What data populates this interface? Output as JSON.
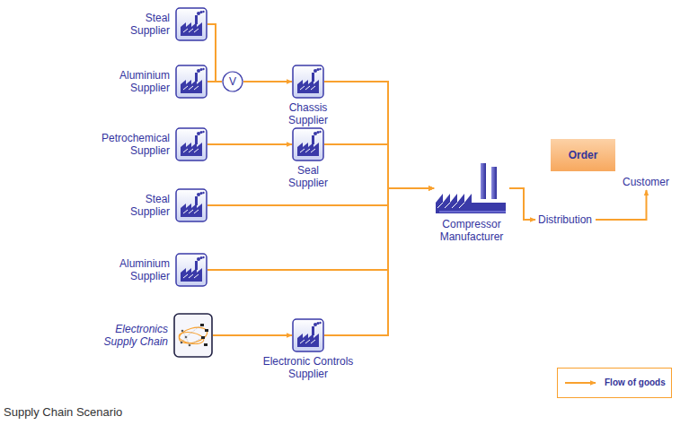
{
  "diagram": {
    "caption": "Supply Chain Scenario",
    "nodes": [
      {
        "text": [
          "Steal Supplier"
        ]
      },
      {
        "text": [
          "Aluminium Supplier"
        ]
      },
      {
        "text": [
          "V"
        ]
      },
      {
        "text": [
          "Chassis Supplier"
        ]
      },
      {
        "text": [
          "Petrochemical Supplier"
        ]
      },
      {
        "text": [
          "Seal Supplier"
        ]
      },
      {
        "text": [
          "Steal Supplier"
        ]
      },
      {
        "text": [
          "Aluminium Supplier"
        ]
      },
      {
        "text": [
          "Electronics Supply Chain"
        ]
      },
      {
        "text": [
          "Electronic Controls Supplier"
        ]
      },
      {
        "text": [
          "Compressor Manufacturer"
        ]
      },
      {
        "text": [
          "Order"
        ]
      },
      {
        "text": [
          "Distribution"
        ]
      },
      {
        "text": [
          "Customer"
        ]
      }
    ],
    "edges": [
      {
        "from": 0,
        "to": 2,
        "arrow": "none"
      },
      {
        "from": 1,
        "to": 2,
        "arrow": "none"
      },
      {
        "from": 2,
        "to": 3,
        "arrow": "to"
      },
      {
        "from": 4,
        "to": 5,
        "arrow": "to"
      },
      {
        "from": 3,
        "to": 10,
        "arrow": "to"
      },
      {
        "from": 5,
        "to": 10,
        "arrow": "to"
      },
      {
        "from": 6,
        "to": 10,
        "arrow": "to"
      },
      {
        "from": 7,
        "to": 10,
        "arrow": "to"
      },
      {
        "from": 9,
        "to": 10,
        "arrow": "to"
      },
      {
        "from": 8,
        "to": 9,
        "arrow": "to"
      },
      {
        "from": 10,
        "to": 12,
        "arrow": "to"
      },
      {
        "from": 12,
        "to": 13,
        "arrow": "to"
      }
    ],
    "legend": [
      {
        "text": "Flow of goods"
      }
    ]
  }
}
